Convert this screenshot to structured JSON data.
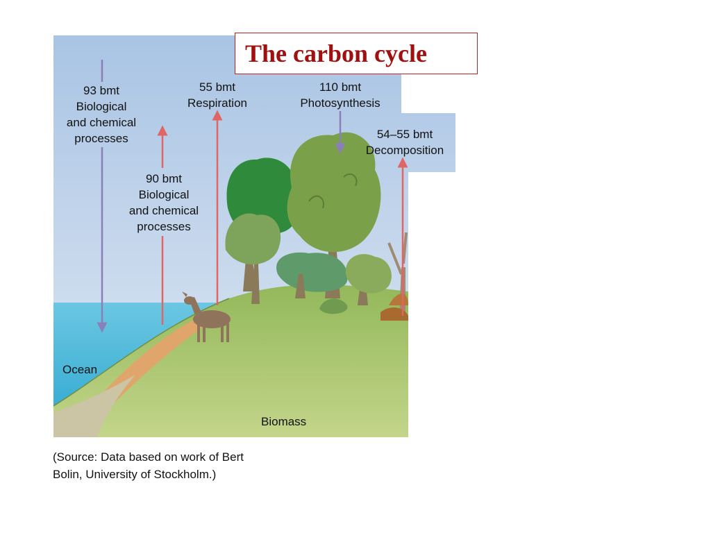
{
  "title": "The carbon cycle",
  "labels": {
    "ocean_to_land": [
      "93 bmt",
      "Biological",
      "and chemical",
      "processes"
    ],
    "land_to_ocean": [
      "90 bmt",
      "Biological",
      "and chemical",
      "processes"
    ],
    "respiration": [
      "55 bmt",
      "Respiration"
    ],
    "photosynthesis": [
      "110 bmt",
      "Photosynthesis"
    ],
    "decomposition": [
      "54–55 bmt",
      "Decomposition"
    ],
    "ocean": "Ocean",
    "biomass": "Biomass"
  },
  "source": [
    "(Source: Data based on work of Bert",
    "Bolin, University of Stockholm.)"
  ],
  "colors": {
    "title_text": "#a01010",
    "title_border": "#b22222",
    "sky": "#a9c4e4",
    "ocean": "#3fb6d6",
    "land": "#a8c76e",
    "arrow_up": "#e06666",
    "arrow_down": "#8a7fb8"
  }
}
